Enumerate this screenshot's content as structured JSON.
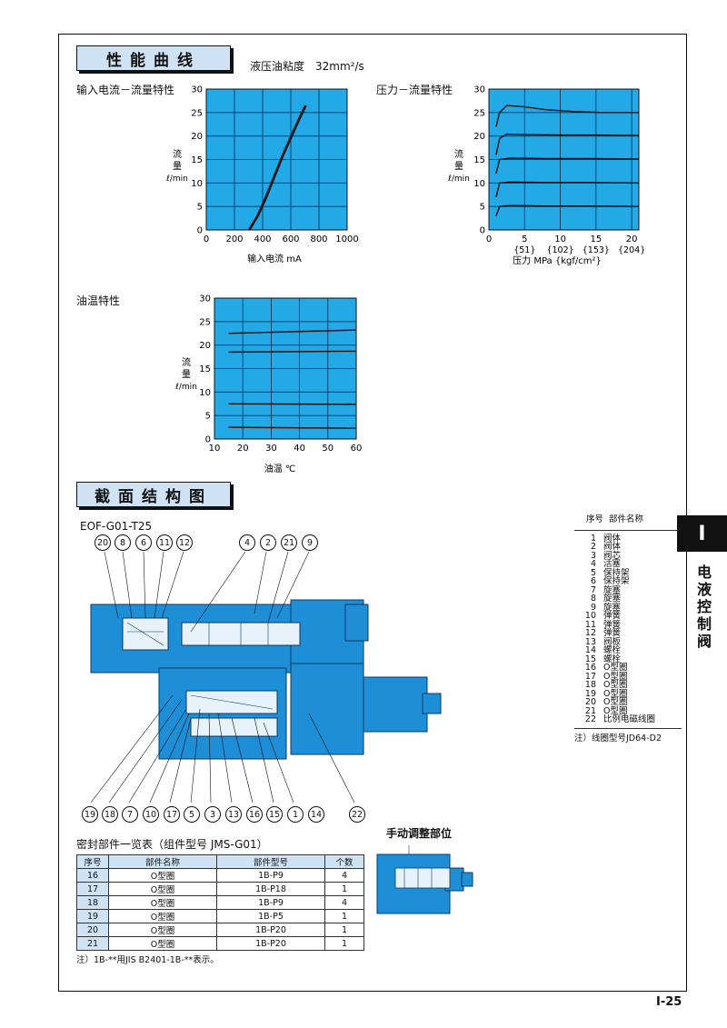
{
  "sections": {
    "performance_title": "性能曲线",
    "viscosity_note": "液压油粘度　32mm²/s",
    "cross_section_title": "截面结构图"
  },
  "chart_data": [
    {
      "type": "line",
      "title": "输入电流－流量特性",
      "xlabel": "输入电流 mA",
      "ylabel": [
        "流",
        "量",
        "ℓ/min"
      ],
      "xlim": [
        0,
        1000
      ],
      "ylim": [
        0,
        30
      ],
      "x_ticks": [
        "0",
        "200",
        "400",
        "600",
        "800",
        "1000"
      ],
      "y_ticks": [
        "0",
        "5",
        "10",
        "15",
        "20",
        "25",
        "30"
      ],
      "series": [
        {
          "x": [
            300,
            360,
            420,
            480,
            540,
            600,
            660,
            700
          ],
          "y": [
            0,
            3,
            7,
            11.5,
            16,
            20,
            24,
            26.5
          ]
        },
        {
          "x": [
            310,
            370,
            430,
            490,
            550,
            610,
            670,
            710
          ],
          "y": [
            0,
            3,
            7,
            11.5,
            16,
            20,
            24,
            26.5
          ]
        }
      ]
    },
    {
      "type": "line",
      "title": "压力－流量特性",
      "xlabel": "压力 MPa {kgf/cm²}",
      "ylabel": [
        "流",
        "量",
        "ℓ/min"
      ],
      "xlim": [
        0,
        21
      ],
      "ylim": [
        0,
        30
      ],
      "x_ticks": [
        "0",
        "5",
        "10",
        "15",
        "20"
      ],
      "x_sub_ticks": [
        "{51}",
        "{102}",
        "{153}",
        "{204}"
      ],
      "y_ticks": [
        "0",
        "5",
        "10",
        "15",
        "20",
        "25",
        "30"
      ],
      "series": [
        {
          "x": [
            1,
            1.5,
            2.5,
            5,
            8,
            12,
            16,
            21
          ],
          "y": [
            22,
            25,
            26.5,
            26.2,
            25.6,
            25.2,
            25,
            25
          ]
        },
        {
          "x": [
            1,
            1.5,
            2.5,
            5,
            10,
            15,
            21
          ],
          "y": [
            16,
            19.5,
            20.4,
            20.3,
            20.2,
            20.2,
            20.1
          ]
        },
        {
          "x": [
            1,
            1.5,
            3,
            8,
            14,
            21
          ],
          "y": [
            12,
            15,
            15.3,
            15.2,
            15.2,
            15.1
          ]
        },
        {
          "x": [
            1,
            1.5,
            3,
            8,
            14,
            21
          ],
          "y": [
            7,
            10,
            10.2,
            10.1,
            10.1,
            10
          ]
        },
        {
          "x": [
            1,
            1.5,
            3,
            8,
            14,
            21
          ],
          "y": [
            3,
            5,
            5.2,
            5.1,
            5.1,
            5
          ]
        }
      ]
    },
    {
      "type": "line",
      "title": "油温特性",
      "xlabel": "油温 ℃",
      "ylabel": [
        "流",
        "量",
        "ℓ/min"
      ],
      "xlim": [
        10,
        60
      ],
      "ylim": [
        0,
        30
      ],
      "x_ticks": [
        "10",
        "20",
        "30",
        "40",
        "50",
        "60"
      ],
      "y_ticks": [
        "0",
        "5",
        "10",
        "15",
        "20",
        "25",
        "30"
      ],
      "series": [
        {
          "x": [
            15,
            60
          ],
          "y": [
            22.5,
            23.2
          ]
        },
        {
          "x": [
            15,
            60
          ],
          "y": [
            18.5,
            18.7
          ]
        },
        {
          "x": [
            15,
            60
          ],
          "y": [
            7.5,
            7.4
          ]
        },
        {
          "x": [
            15,
            60
          ],
          "y": [
            2.5,
            2.3
          ]
        }
      ]
    }
  ],
  "model": "EOF-G01-T25",
  "top_callouts": [
    "20",
    "8",
    "6",
    "11",
    "12",
    "4",
    "2",
    "21",
    "9"
  ],
  "bottom_callouts": [
    "19",
    "18",
    "7",
    "10",
    "17",
    "5",
    "3",
    "13",
    "16",
    "15",
    "1",
    "14",
    "22"
  ],
  "parts_header": {
    "no": "序号",
    "name": "部件名称"
  },
  "parts": [
    {
      "no": "1",
      "name": "阀体"
    },
    {
      "no": "2",
      "name": "阀体"
    },
    {
      "no": "3",
      "name": "阀芯"
    },
    {
      "no": "4",
      "name": "活塞"
    },
    {
      "no": "5",
      "name": "保持架"
    },
    {
      "no": "6",
      "name": "保持架"
    },
    {
      "no": "7",
      "name": "旋塞"
    },
    {
      "no": "8",
      "name": "旋塞"
    },
    {
      "no": "9",
      "name": "旋塞"
    },
    {
      "no": "10",
      "name": "弹簧"
    },
    {
      "no": "11",
      "name": "弹簧"
    },
    {
      "no": "12",
      "name": "弹簧"
    },
    {
      "no": "13",
      "name": "阀板"
    },
    {
      "no": "14",
      "name": "螺栓"
    },
    {
      "no": "15",
      "name": "螺栓"
    },
    {
      "no": "16",
      "name": "O型圈"
    },
    {
      "no": "17",
      "name": "O型圈"
    },
    {
      "no": "18",
      "name": "O型圈"
    },
    {
      "no": "19",
      "name": "O型圈"
    },
    {
      "no": "20",
      "name": "O型圈"
    },
    {
      "no": "21",
      "name": "O型圈"
    },
    {
      "no": "22",
      "name": "比例电磁线圈"
    }
  ],
  "parts_note": "注）线圈型号JD64-D2",
  "seal_table": {
    "title": "密封部件一览表（组件型号 JMS-G01）",
    "headers": [
      "序号",
      "部件名称",
      "部件型号",
      "个数"
    ],
    "rows": [
      [
        "16",
        "O型圈",
        "1B-P9",
        "4"
      ],
      [
        "17",
        "O型圈",
        "1B-P18",
        "1"
      ],
      [
        "18",
        "O型圈",
        "1B-P9",
        "4"
      ],
      [
        "19",
        "O型圈",
        "1B-P5",
        "1"
      ],
      [
        "20",
        "O型圈",
        "1B-P20",
        "1"
      ],
      [
        "21",
        "O型圈",
        "1B-P20",
        "1"
      ]
    ],
    "note": "注）1B-**用JIS B2401-1B-**表示。"
  },
  "manual_adjust_title": "手动调整部位",
  "side_tab": {
    "letter": "I",
    "text": "电液控制阀"
  },
  "page_number": "I-25",
  "colors": {
    "chart_fill": "#22a9e6",
    "valve_blue": "#1e8fd6",
    "header_bg": "#cfe3f5"
  }
}
